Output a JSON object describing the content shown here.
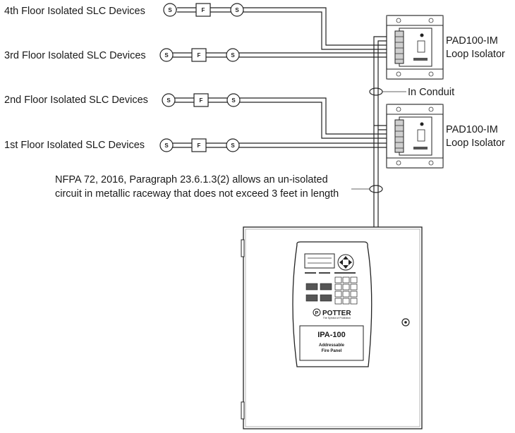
{
  "floors": [
    {
      "label": "4th Floor Isolated SLC Devices",
      "left": "S",
      "mid": "F",
      "right": "S"
    },
    {
      "label": "3rd Floor Isolated SLC Devices",
      "left": "S",
      "mid": "F",
      "right": "S"
    },
    {
      "label": "2nd Floor Isolated SLC Devices",
      "left": "S",
      "mid": "F",
      "right": "S"
    },
    {
      "label": "1st Floor Isolated SLC Devices",
      "left": "S",
      "mid": "F",
      "right": "S"
    }
  ],
  "isolators": [
    {
      "model": "PAD100-IM",
      "name": "Loop Isolator"
    },
    {
      "model": "PAD100-IM",
      "name": "Loop Isolator"
    }
  ],
  "conduit_label": "In Conduit",
  "nfpa_note": {
    "line1": "NFPA 72, 2016, Paragraph 23.6.1.3(2) allows an un-isolated",
    "line2": "circuit in metallic raceway that does not exceed 3 feet in length"
  },
  "panel": {
    "brand": "POTTER",
    "tagline": "The Symbol of Protection",
    "model": "IPA-100",
    "desc1": "Addressable",
    "desc2": "Fire Panel"
  }
}
